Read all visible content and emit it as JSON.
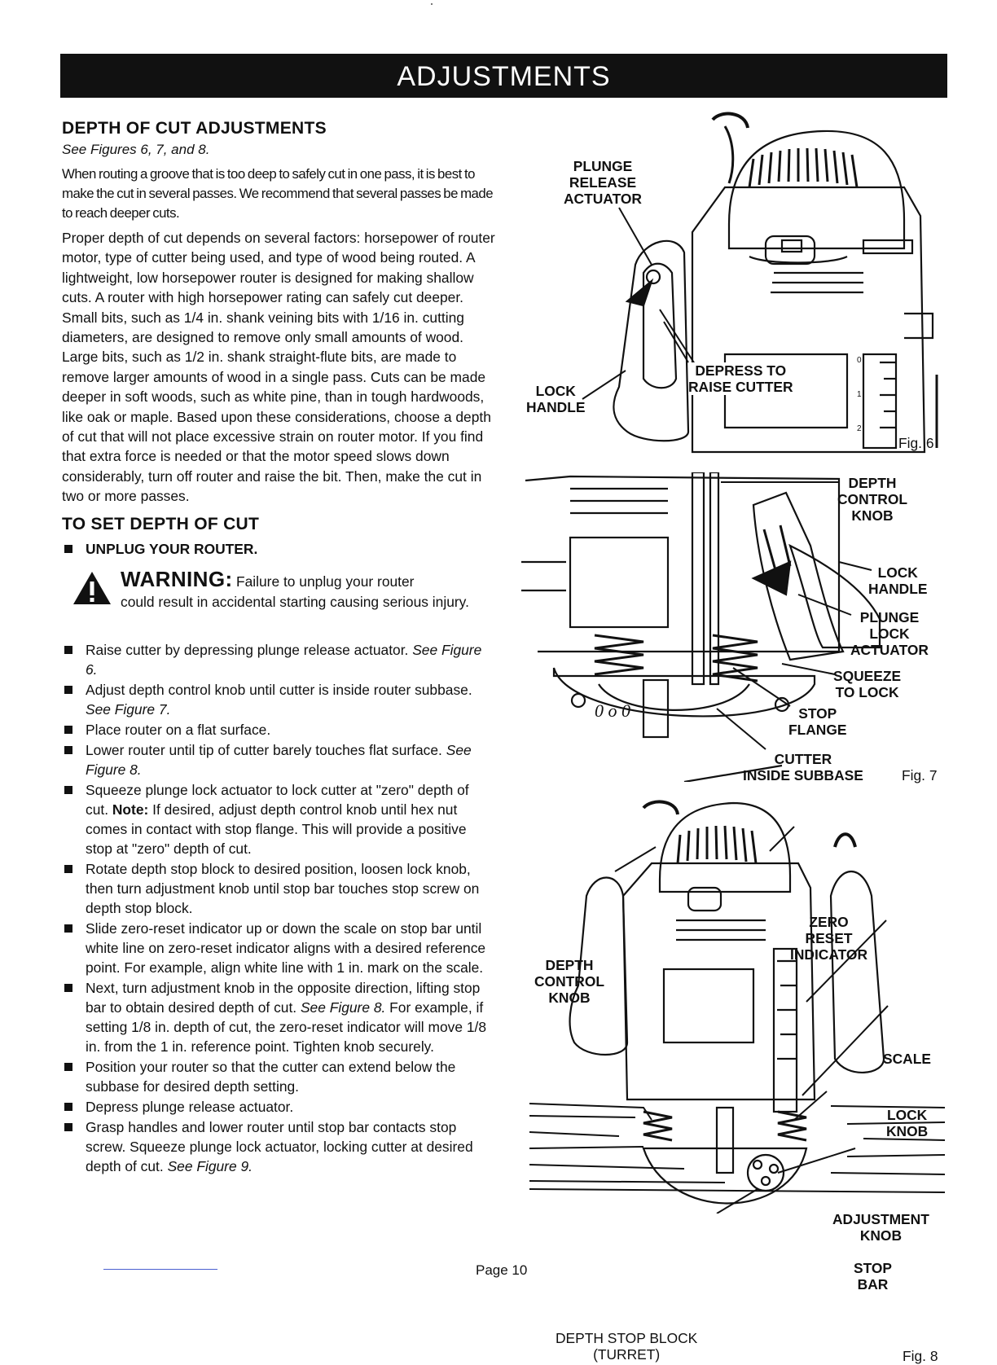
{
  "header": {
    "title": "ADJUSTMENTS"
  },
  "depth_section": {
    "title": "DEPTH OF CUT ADJUSTMENTS",
    "see": "See Figures 6, 7, and 8.",
    "para1": "When routing a groove that is too deep to safely cut in one pass, it is best to make the cut in several passes. We recommend that several passes be made to reach deeper cuts.",
    "para2": "Proper depth of cut depends on several factors: horsepower of router motor, type of cutter being used, and type of wood being routed. A lightweight, low horsepower router is designed for making shallow cuts. A router with high horsepower rating can safely cut deeper. Small bits, such as 1/4 in. shank veining bits with 1/16 in. cutting diameters, are designed to remove only small amounts of wood. Large bits, such as 1/2 in. shank straight-flute bits, are made to remove larger amounts of wood in a single pass. Cuts can be made deeper in soft woods, such as white pine, than in tough hardwoods, like oak or maple. Based upon these considerations, choose a depth of cut that will not place excessive strain on router motor. If you find that extra force is needed or that the motor speed slows down considerably, turn off router and raise the bit. Then, make the cut in two or more passes."
  },
  "set_section": {
    "title": "TO SET DEPTH OF CUT",
    "unplug": "UNPLUG YOUR ROUTER.",
    "warning_label": "WARNING:",
    "warning_text1": "Failure to unplug your router",
    "warning_text2": "could result in accidental starting causing serious injury.",
    "steps": [
      {
        "text": "Raise cutter by depressing plunge release actuator. ",
        "ref": "See Figure 6."
      },
      {
        "text": "Adjust depth control knob until cutter is inside router subbase. ",
        "ref": "See Figure 7."
      },
      {
        "text": "Place router on a flat surface.",
        "ref": ""
      },
      {
        "text": "Lower router until tip of cutter barely touches flat surface. ",
        "ref": "See Figure 8."
      },
      {
        "text": "Squeeze plunge lock actuator to lock cutter at \"zero\" depth of cut. ",
        "note_label": "Note:",
        "note": " If desired, adjust depth control knob until hex nut comes in contact with stop flange. This will provide a positive stop at \"zero\" depth of cut."
      },
      {
        "text": "Rotate depth stop block to desired position, loosen lock knob, then turn adjustment knob until stop bar touches stop screw on depth stop block.",
        "ref": ""
      },
      {
        "text": "Slide zero-reset indicator up or down the scale on stop bar until white line on zero-reset indicator aligns with a desired reference point. For example, align white line with 1 in. mark on the scale.",
        "ref": ""
      },
      {
        "text": "Next, turn adjustment knob in the opposite direction, lifting stop bar to obtain desired depth of cut. ",
        "ref": "See Figure 8.",
        "tail": " For example, if setting 1/8 in. depth of cut, the zero-reset indicator will move 1/8 in. from the 1 in. reference point. Tighten knob securely."
      },
      {
        "text": "Position your router so that the cutter can extend below the subbase for desired depth setting.",
        "ref": ""
      },
      {
        "text": "Depress plunge release actuator.",
        "ref": ""
      },
      {
        "text": "Grasp handles and lower router until stop bar contacts stop screw. Squeeze plunge lock actuator, locking cutter at desired depth of cut. ",
        "ref": "See Figure 9."
      }
    ]
  },
  "fig6": {
    "tag": "Fig. 6",
    "plunge_release_actuator": "PLUNGE\nRELEASE\nACTUATOR",
    "lock_handle": "LOCK\nHANDLE",
    "depress_to_raise": "DEPRESS TO\nRAISE CUTTER",
    "scale_0": "0",
    "scale_1": "1",
    "scale_2": "2"
  },
  "fig7": {
    "tag": "Fig. 7",
    "depth_control_knob": "DEPTH\nCONTROL\nKNOB",
    "lock_handle": "LOCK\nHANDLE",
    "plunge_lock_actuator": "PLUNGE\nLOCK\nACTUATOR",
    "squeeze_to_lock": "SQUEEZE\nTO LOCK",
    "stop_flange": "STOP\nFLANGE",
    "cutter_inside": "CUTTER\nINSIDE SUBBASE"
  },
  "fig8": {
    "tag": "Fig. 8",
    "depth_control_knob": "DEPTH\nCONTROL\nKNOB",
    "zero_reset": "ZERO\nRESET\nINDICATOR",
    "scale": "SCALE",
    "lock_knob": "LOCK\nKNOB",
    "adjustment_knob": "ADJUSTMENT\nKNOB",
    "stop_bar": "STOP\nBAR",
    "depth_stop_block": "DEPTH STOP BLOCK\n(TURRET)"
  },
  "footer": {
    "page": "Page 10"
  }
}
